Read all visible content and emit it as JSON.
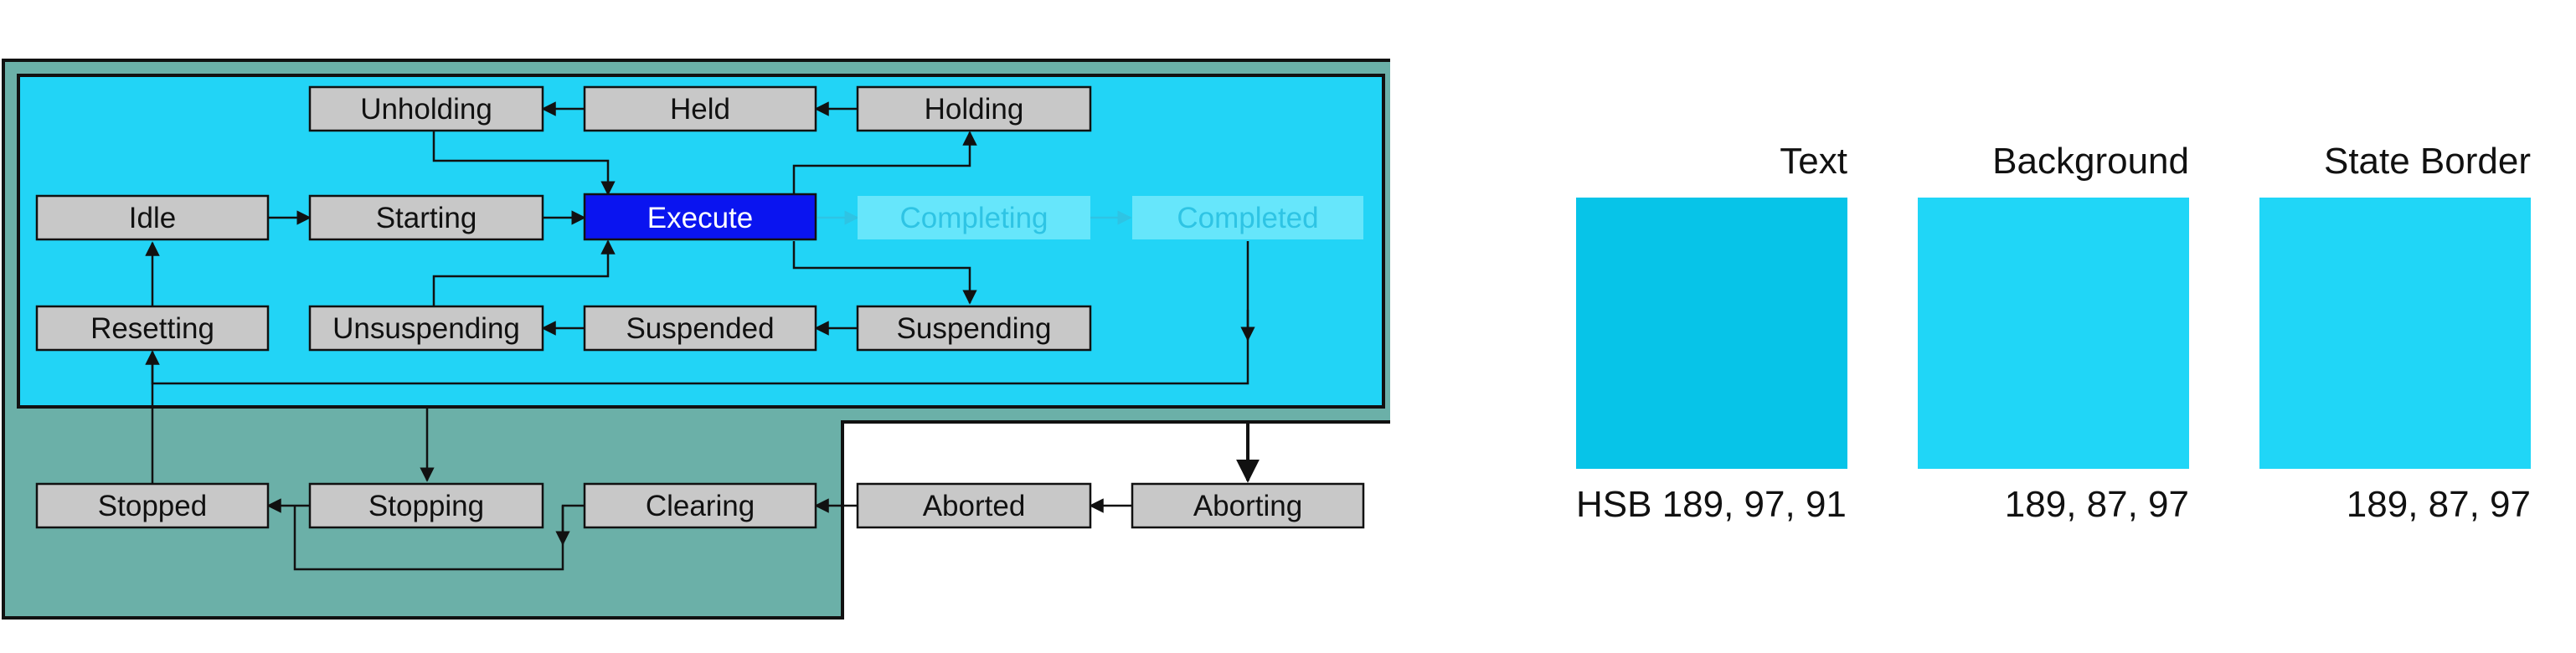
{
  "diagram": {
    "colors": {
      "outer_fill": "#6bb0a8",
      "inner_fill": "#22d4f6",
      "state_fill": "#c8c8c8",
      "execute_fill": "#0a14f0",
      "faded_fill": "#66e6fb",
      "faded_text": "#2ec4e4",
      "line": "#111111"
    },
    "states": {
      "unholding": "Unholding",
      "held": "Held",
      "holding": "Holding",
      "idle": "Idle",
      "starting": "Starting",
      "execute": "Execute",
      "completing": "Completing",
      "completed": "Completed",
      "resetting": "Resetting",
      "unsuspending": "Unsuspending",
      "suspended": "Suspended",
      "suspending": "Suspending",
      "stopped": "Stopped",
      "stopping": "Stopping",
      "clearing": "Clearing",
      "aborted": "Aborted",
      "aborting": "Aborting"
    }
  },
  "swatches": [
    {
      "title": "Text",
      "value": "HSB 189, 97, 91",
      "color": "#07c4e8"
    },
    {
      "title": "Background",
      "value": "189, 87, 97",
      "color": "#20d6f7"
    },
    {
      "title": "State Border",
      "value": "189, 87, 97",
      "color": "#20d6f7"
    }
  ]
}
